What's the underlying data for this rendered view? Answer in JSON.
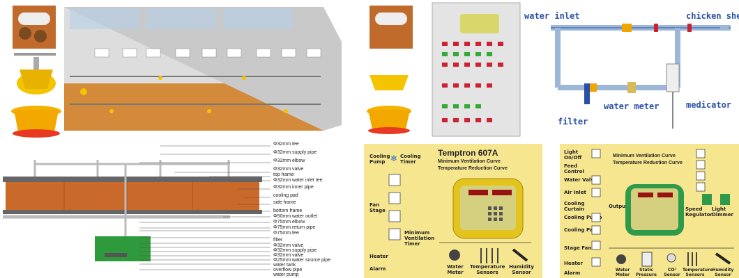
{
  "water_diagram": {
    "inlet_label": "water inlet",
    "shed_label": "chicken shed",
    "filter_label": "filter",
    "meter_label": "water meter",
    "medicator_label": "medicator"
  },
  "cooling_diagram": {
    "labels": [
      "Φ32mm tee",
      "Φ32mm supply pipe",
      "Φ32mm elbow",
      "Φ32mm valve",
      "top frame",
      "Φ32mm water inlet tee",
      "Φ32mm inner pipe",
      "cooling pad",
      "side frame",
      "bottom frame",
      "Φ50mm water outlet",
      "Φ75mm elbow",
      "Φ75mm return pipe",
      "Φ75mm tee",
      "filter",
      "Φ32mm valve",
      "Φ32mm supply pipe",
      "Φ32mm valve",
      "Φ25mm water source pipe",
      "water tank",
      "overflow pipe",
      "water pump"
    ]
  },
  "temptron_a": {
    "title": "Temptron 607A",
    "subtitle1": "Minimum Ventilation Curve",
    "subtitle2": "Temperature Reduction Curve",
    "cooling_pump": "Cooling Pump",
    "cooling_timer": "Cooling Timer",
    "fan_stage": "Fan Stage",
    "min_vent_timer": "Minimum Ventilation Timer",
    "heater": "Heater",
    "alarm": "Alarm",
    "water_meter": "Water Meter",
    "temp_sensors": "Temperature Sensors",
    "humidity_sensor": "Humidity Sensor"
  },
  "temptron_b": {
    "subtitle1": "Minimum Ventilation Curve",
    "subtitle2": "Temperature Reduction Curve",
    "light": "Light On/Off",
    "feed_control": "Feed Control",
    "water_valve": "Water Valve",
    "air_inlet": "Air Inlet",
    "cooling_curtain": "Cooling Curtain",
    "cooling_pump": "Cooling Pump",
    "cooling_pad": "Cooling Pad",
    "stage_fan": "Stage Fan",
    "heater": "Heater",
    "alarm": "Alarm",
    "output": "Output",
    "speed_regulator": "Speed Regulator",
    "light_dimmer": "Light Dimmer",
    "water_meter": "Water Meter",
    "static_pressure": "Static Pressure Sensor",
    "co2": "CO² Sensor",
    "temp_sensors": "Temperature Sensors",
    "humidity_sensor": "Humidity Sensor"
  },
  "colors": {
    "panel_yellow": "#f6e68f",
    "pipe_blue": "#2b4fa8",
    "pad_orange": "#c96a2a",
    "feeder_yellow": "#f5c400"
  }
}
